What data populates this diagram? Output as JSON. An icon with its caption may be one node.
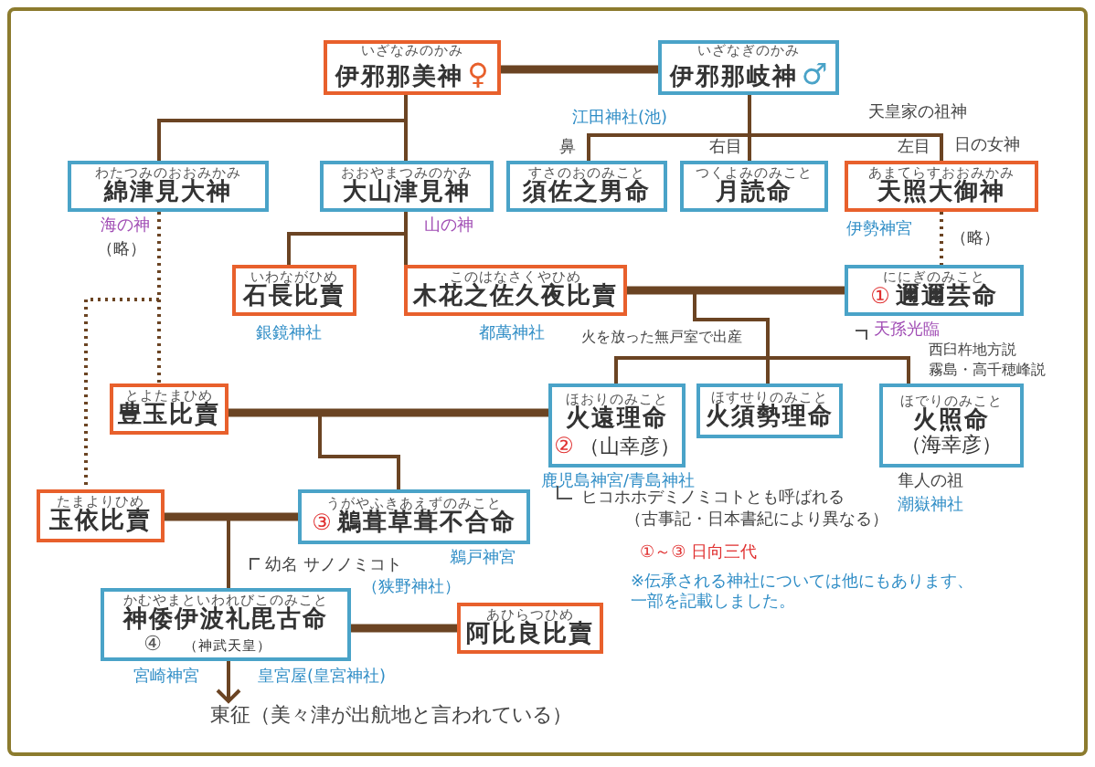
{
  "diagram": {
    "nodes": [
      {
        "text": [
          "いざなみのかみ",
          "伊邪那美神",
          "♀"
        ]
      },
      {
        "text": [
          "いざなぎのかみ",
          "伊邪那岐神",
          "♂"
        ]
      },
      {
        "text": [
          "わたつみのおおみかみ",
          "綿津見大神"
        ],
        "beside": [
          "海の神"
        ]
      },
      {
        "text": [
          "おおやまつみのかみ",
          "大山津見神"
        ],
        "beside": [
          "山の神"
        ]
      },
      {
        "text": [
          "すさのおのみこと",
          "須佐之男命"
        ]
      },
      {
        "text": [
          "つくよみのみこと",
          "月読命"
        ]
      },
      {
        "text": [
          "あまてらすおおみかみ",
          "天照大御神"
        ],
        "beside": [
          "伊勢神宮"
        ]
      },
      {
        "text": [
          "いわながひめ",
          "石長比賣"
        ],
        "beside": [
          "銀鏡神社"
        ]
      },
      {
        "text": [
          "このはなさくやひめ",
          "木花之佐久夜比賣"
        ],
        "beside": [
          "都萬神社"
        ]
      },
      {
        "text": [
          "ににぎのみこと",
          "①",
          "邇邇芸命"
        ],
        "beside": [
          "天孫光臨"
        ]
      },
      {
        "text": [
          "とよたまひめ",
          "豊玉比賣"
        ]
      },
      {
        "text": [
          "ほおりのみこと",
          "火遠理命",
          "②",
          "（山幸彦）"
        ],
        "beside": [
          "鹿児島神宮/青島神社"
        ]
      },
      {
        "text": [
          "ほすせりのみこと",
          "火須勢理命"
        ]
      },
      {
        "text": [
          "ほでりのみこと",
          "火照命",
          "（海幸彦）"
        ],
        "beside": [
          "隼人の祖",
          "潮嶽神社"
        ]
      },
      {
        "text": [
          "たまよりひめ",
          "玉依比賣"
        ]
      },
      {
        "text": [
          "うがやふきあえずのみこと",
          "③",
          "鵜葺草葺不合命"
        ],
        "beside": [
          "鵜戸神宮"
        ]
      },
      {
        "text": [
          "かむやまといわれびこのみこと",
          "神倭伊波礼毘古命",
          "④",
          "（神武天皇）"
        ],
        "beside": [
          "宮崎神宮",
          "皇宮屋(皇宮神社)"
        ]
      },
      {
        "text": [
          "あひらつひめ",
          "阿比良比賣"
        ]
      },
      {
        "text": [
          "東征（美々津が出航地と言われている）"
        ]
      }
    ],
    "edges": [
      {
        "from": 0,
        "to": 1,
        "arrow": "none",
        "style": "thick"
      },
      {
        "from": 0,
        "to": 2,
        "arrow": "none"
      },
      {
        "from": 0,
        "to": 3,
        "arrow": "none"
      },
      {
        "from": 1,
        "to": 4,
        "arrow": "none",
        "label": "鼻"
      },
      {
        "from": 1,
        "to": 5,
        "arrow": "none",
        "label": "右目"
      },
      {
        "from": 1,
        "to": 6,
        "arrow": "none",
        "label": "左目"
      },
      {
        "from": 2,
        "to": 10,
        "arrow": "none",
        "style": "dashed",
        "label": "（略）"
      },
      {
        "from": 2,
        "to": 14,
        "arrow": "none",
        "style": "dashed"
      },
      {
        "from": 3,
        "to": 7,
        "arrow": "none"
      },
      {
        "from": 3,
        "to": 8,
        "arrow": "none"
      },
      {
        "from": 6,
        "to": 9,
        "arrow": "none",
        "style": "dashed",
        "label": "（略）"
      },
      {
        "from": 8,
        "to": 9,
        "arrow": "none",
        "style": "thick"
      },
      {
        "from": 8,
        "to": 11,
        "arrow": "none"
      },
      {
        "from": 8,
        "to": 12,
        "arrow": "none"
      },
      {
        "from": 8,
        "to": 13,
        "arrow": "none"
      },
      {
        "from": 10,
        "to": 11,
        "arrow": "none",
        "style": "thick"
      },
      {
        "from": 10,
        "to": 15,
        "arrow": "none"
      },
      {
        "from": 14,
        "to": 15,
        "arrow": "none",
        "style": "thick"
      },
      {
        "from": 14,
        "to": 16,
        "arrow": "none"
      },
      {
        "from": 16,
        "to": 17,
        "arrow": "none",
        "style": "thick"
      },
      {
        "from": 16,
        "to": 18,
        "arrow": "to"
      }
    ],
    "labels": [
      "江田神社(池)",
      "天皇家の祖神",
      "日の女神",
      "西臼杵地方説",
      "霧島・高千穂峰説",
      "火を放った無戸室で出産",
      "ヒコホホデミノミコトとも呼ばれる",
      "（古事記・日本書紀により異なる）",
      "①～③ 日向三代",
      "※伝承される神社については他にもあります、一部を記載しました。",
      "幼名 サノノミコト",
      "（狭野神社）"
    ]
  }
}
